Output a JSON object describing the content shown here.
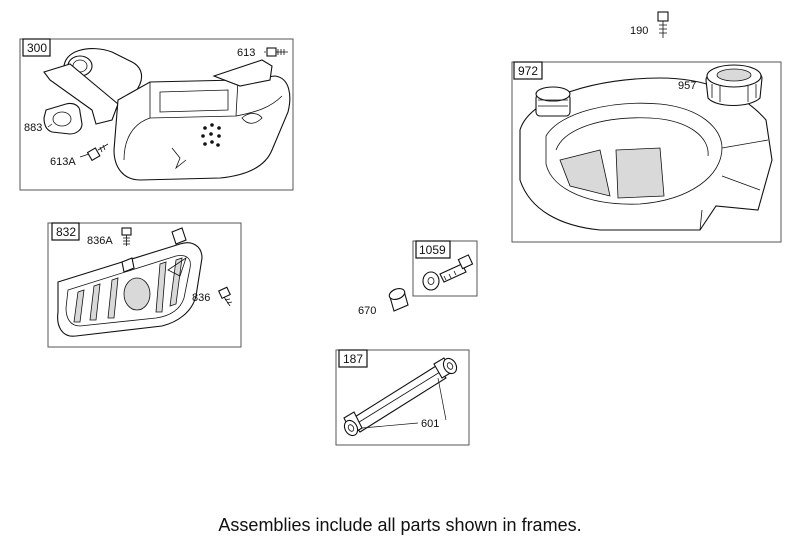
{
  "assemblies": {
    "a300": {
      "tag": "300",
      "labels": {
        "p613": "613",
        "p883": "883",
        "p613a": "613A"
      }
    },
    "a832": {
      "tag": "832",
      "labels": {
        "p836a": "836A",
        "p836": "836"
      }
    },
    "a972": {
      "tag": "972",
      "labels": {
        "p957": "957"
      }
    },
    "a1059": {
      "tag": "1059"
    },
    "a187": {
      "tag": "187",
      "labels": {
        "p601": "601"
      }
    }
  },
  "loose_parts": {
    "p190": "190",
    "p670": "670"
  },
  "footer": "Assemblies include all parts shown in frames."
}
